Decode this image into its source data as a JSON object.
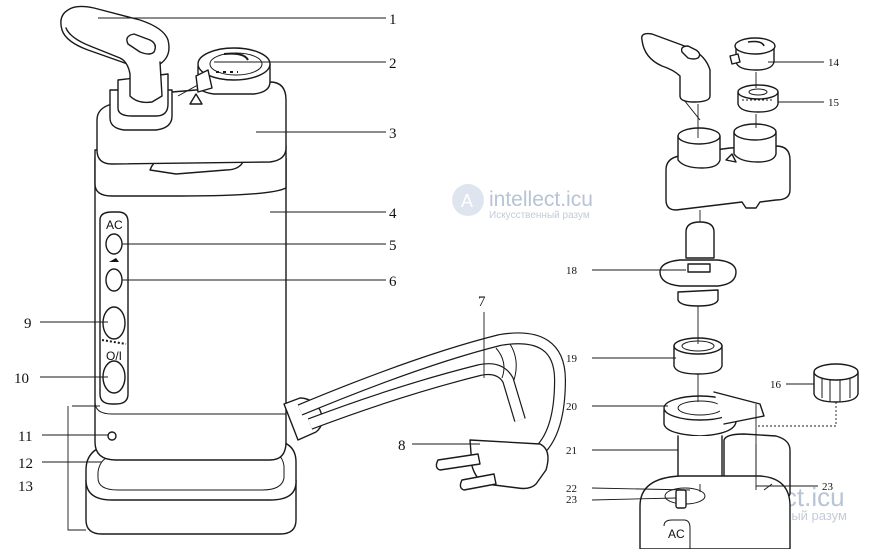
{
  "callouts": {
    "c1": "1",
    "c2": "2",
    "c3": "3",
    "c4": "4",
    "c5": "5",
    "c6": "6",
    "c7": "7",
    "c8": "8",
    "c9": "9",
    "c10": "10",
    "c11": "11",
    "c12": "12",
    "c13": "13",
    "c14": "14",
    "c15": "15",
    "c16": "16",
    "c18": "18",
    "c19": "19",
    "c20": "20",
    "c21": "21",
    "c22": "22",
    "c23a": "23",
    "c23b": "23"
  },
  "device_labels": {
    "ac_button": "AC",
    "power_button": "O/I",
    "base_ac": "AC"
  },
  "watermark": {
    "title": "intellect.icu",
    "subtitle": "Искусственный разум"
  },
  "colors": {
    "line": "#1a1a1a",
    "watermark": "#b8c3d6"
  }
}
